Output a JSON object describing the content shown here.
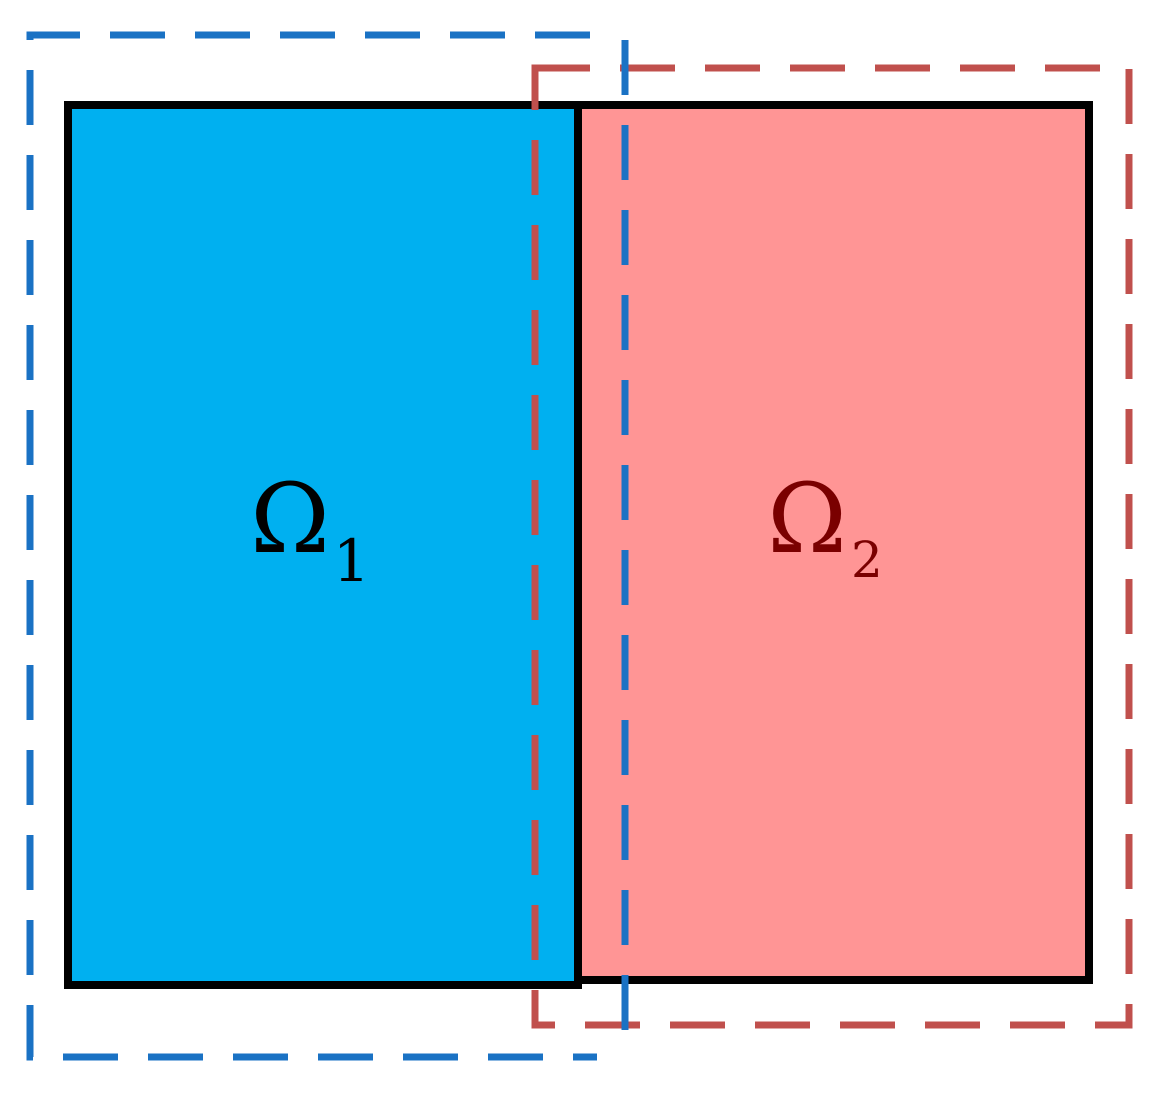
{
  "diagram": {
    "colors": {
      "background": "#ffffff",
      "domain1_fill": "#00b0f0",
      "domain2_fill": "#ff9595",
      "solid_border": "#000000",
      "domain1_dashed_border": "#1a72c4",
      "domain2_dashed_border": "#c0504d",
      "label1_color": "#000000",
      "label2_color": "#7a0000"
    },
    "domain1": {
      "symbol": "Ω",
      "subscript": "1"
    },
    "domain2": {
      "symbol": "Ω",
      "subscript": "2"
    }
  }
}
